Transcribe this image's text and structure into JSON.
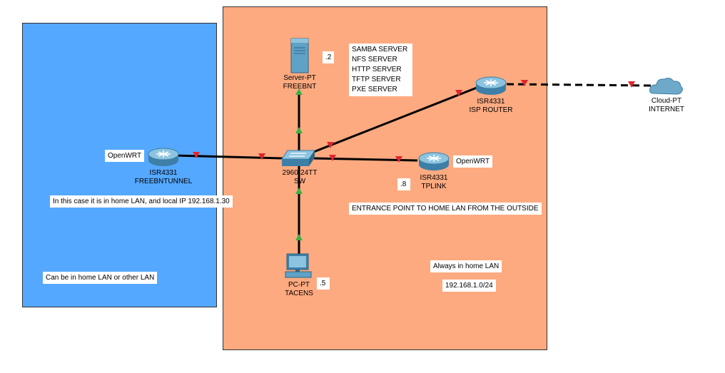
{
  "zones": {
    "left_color": "#55a8ff",
    "right_color": "#fdaa80"
  },
  "devices": {
    "server": {
      "model": "Server-PT",
      "name": "FREEBNT",
      "icon": "server-icon"
    },
    "isp_router": {
      "model": "ISR4331",
      "name": "ISP ROUTER",
      "icon": "router-icon"
    },
    "cloud": {
      "model": "Cloud-PT",
      "name": "INTERNET",
      "icon": "cloud-icon"
    },
    "tunnel_router": {
      "model": "ISR4331",
      "name": "FREEBNTUNNEL",
      "icon": "router-icon"
    },
    "switch": {
      "model": "2960-24TT",
      "name": "SW",
      "icon": "switch-icon"
    },
    "tplink_router": {
      "model": "ISR4331",
      "name": "TPLINK",
      "icon": "router-icon"
    },
    "pc": {
      "model": "PC-PT",
      "name": "TACENS",
      "icon": "pc-icon"
    }
  },
  "notes": {
    "server_ip": ".2",
    "services": [
      "SAMBA SERVER",
      "NFS SERVER",
      "HTTP SERVER",
      "TFTP SERVER",
      "PXE SERVER"
    ],
    "openwrt_left": "OpenWRT",
    "openwrt_right": "OpenWRT",
    "tplink_ip": ".8",
    "home_lan_note": "In this case it is in home LAN, and local IP 192.168.1.30",
    "entrance": "ENTRANCE POINT TO HOME LAN FROM THE OUTSIDE",
    "lan_or_other": "Can be in home LAN or other LAN",
    "always_home": "Always in home LAN",
    "subnet": "192.168.1.0/24",
    "pc_ip": ".5"
  },
  "colors": {
    "link": "#000000",
    "port_down": "#e0262c",
    "port_up": "#3cb043",
    "device_blue": "#4a90b8"
  }
}
